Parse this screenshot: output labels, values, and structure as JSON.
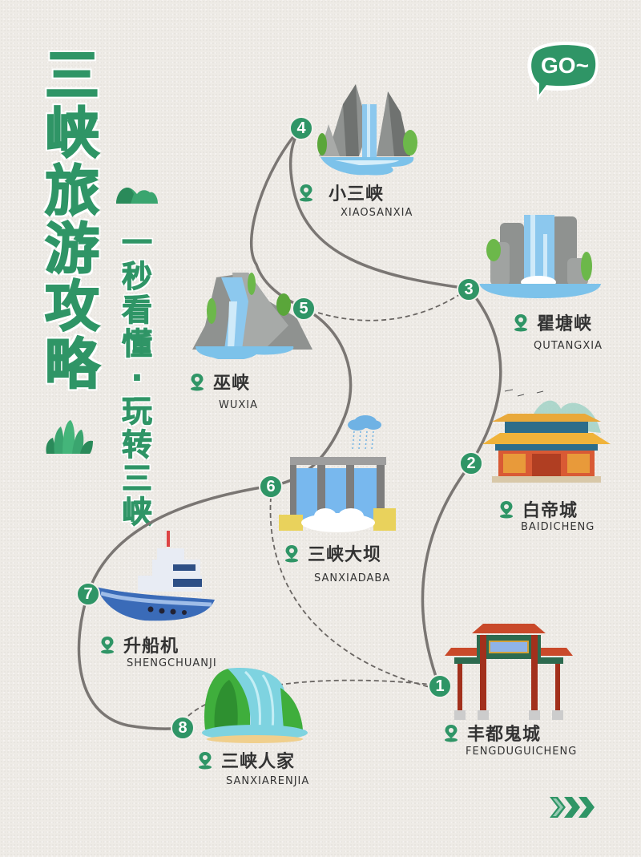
{
  "title": {
    "main": [
      "三",
      "峡",
      "旅",
      "游",
      "攻",
      "略"
    ],
    "sub": [
      "一",
      "秒",
      "看",
      "懂",
      "·",
      "玩",
      "转",
      "三",
      "峡"
    ]
  },
  "go_bubble": {
    "label": "GO~"
  },
  "colors": {
    "accent": "#2f9566",
    "route_line": "#7a7673",
    "background": "#eeebe6",
    "text": "#333333"
  },
  "stops": [
    {
      "number": "1",
      "name": "丰都鬼城",
      "pinyin": "FENGDUGUICHENG",
      "icon": "archway-gate"
    },
    {
      "number": "2",
      "name": "白帝城",
      "pinyin": "BAIDICHENG",
      "icon": "palace-temple"
    },
    {
      "number": "3",
      "name": "瞿塘峡",
      "pinyin": "QUTANGXIA",
      "icon": "waterfall-cliff"
    },
    {
      "number": "4",
      "name": "小三峡",
      "pinyin": "XIAOSANXIA",
      "icon": "mountain-waterfall"
    },
    {
      "number": "5",
      "name": "巫峡",
      "pinyin": "WUXIA",
      "icon": "rocky-waterfall"
    },
    {
      "number": "6",
      "name": "三峡大坝",
      "pinyin": "SANXIADABA",
      "icon": "dam"
    },
    {
      "number": "7",
      "name": "升船机",
      "pinyin": "SHENGCHUANJI",
      "icon": "cruise-ship"
    },
    {
      "number": "8",
      "name": "三峡人家",
      "pinyin": "SANXIARENJIA",
      "icon": "green-waterfall"
    }
  ],
  "footer": {
    "icon": "triple-chevron-right"
  }
}
